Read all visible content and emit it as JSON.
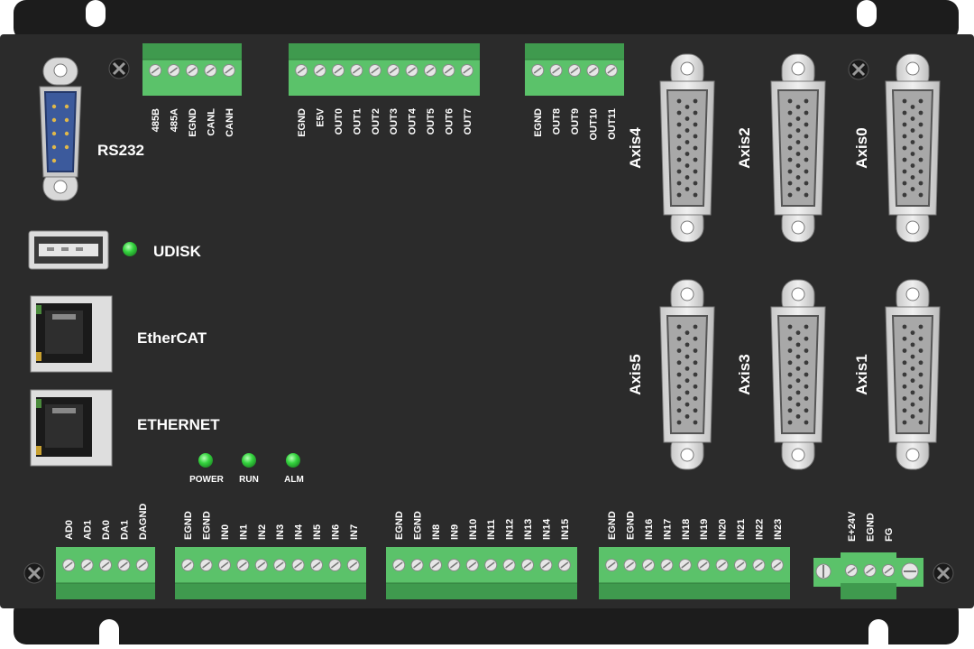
{
  "colors": {
    "panel": "#2b2b2b",
    "flange": "#1c1c1c",
    "terminal_green": "#5bc26a",
    "terminal_dark": "#3f9a4e",
    "db_blue": "#3c5a9c",
    "led_green": "#35d43f",
    "metal": "#d8d8d8"
  },
  "rs232": {
    "label": "RS232"
  },
  "udisk": {
    "label": "UDISK"
  },
  "ethercat": {
    "label": "EtherCAT"
  },
  "ethernet": {
    "label": "ETHERNET"
  },
  "leds": [
    {
      "label": "POWER"
    },
    {
      "label": "RUN"
    },
    {
      "label": "ALM"
    }
  ],
  "top_terminals": [
    {
      "pins": [
        "485B",
        "485A",
        "EGND",
        "CANL",
        "CANH"
      ]
    },
    {
      "pins": [
        "EGND",
        "E5V",
        "OUT0",
        "OUT1",
        "OUT2",
        "OUT3",
        "OUT4",
        "OUT5",
        "OUT6",
        "OUT7"
      ]
    },
    {
      "pins": [
        "EGND",
        "OUT8",
        "OUT9",
        "OUT10",
        "OUT11"
      ]
    }
  ],
  "bottom_terminals": [
    {
      "pins": [
        "AD0",
        "AD1",
        "DA0",
        "DA1",
        "DAGND"
      ]
    },
    {
      "pins": [
        "EGND",
        "EGND",
        "IN0",
        "IN1",
        "IN2",
        "IN3",
        "IN4",
        "IN5",
        "IN6",
        "IN7"
      ]
    },
    {
      "pins": [
        "EGND",
        "EGND",
        "IN8",
        "IN9",
        "IN10",
        "IN11",
        "IN12",
        "IN13",
        "IN14",
        "IN15"
      ]
    },
    {
      "pins": [
        "EGND",
        "EGND",
        "IN16",
        "IN17",
        "IN18",
        "IN19",
        "IN20",
        "IN21",
        "IN22",
        "IN23"
      ]
    },
    {
      "pins": [
        "E+24V",
        "EGND",
        "FG"
      ]
    }
  ],
  "axes": [
    "Axis4",
    "Axis2",
    "Axis0",
    "Axis5",
    "Axis3",
    "Axis1"
  ]
}
